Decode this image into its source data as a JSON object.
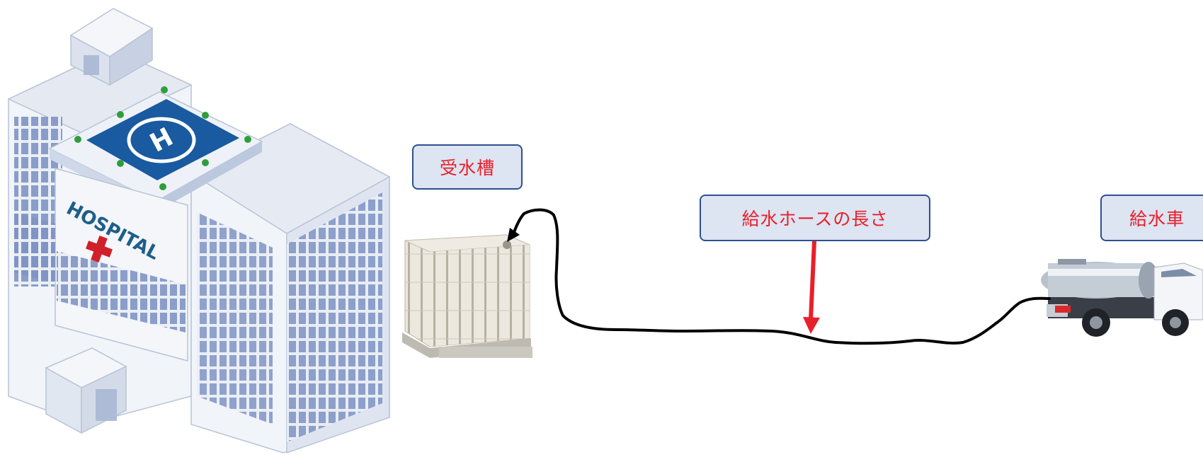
{
  "labels": {
    "water_tank": "受水槽",
    "hose_length": "給水ホースの長さ",
    "water_truck": "給水車"
  },
  "building": {
    "sign": "HOSPITAL",
    "helipad_letter": "H"
  },
  "colors": {
    "label_text": "#e8202a",
    "label_fill": "#dde4f2",
    "label_border": "#2f4f8f",
    "hose": "#000000",
    "indicator_arrow": "#e8202a",
    "helipad": "#1a5aa0"
  },
  "icons": [
    "hospital-building-illustration",
    "water-tank-illustration",
    "water-truck-illustration"
  ]
}
